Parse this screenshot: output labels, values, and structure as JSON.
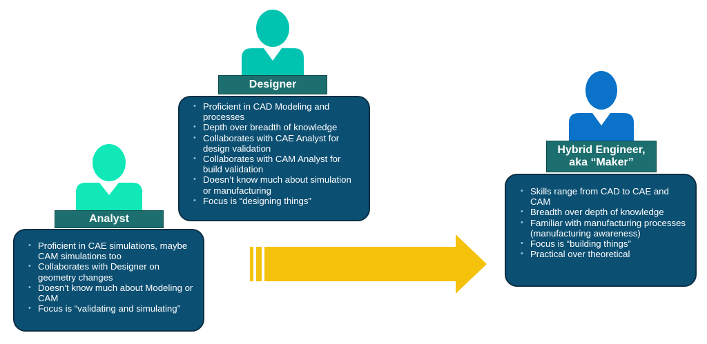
{
  "colors": {
    "teal_person": "#00c3b0",
    "mint_person": "#11e8b8",
    "blue_person": "#0a72c8",
    "label_bg": "#1d6f6f",
    "card_bg": "#0b4f72",
    "arrow": "#f5c20b"
  },
  "designer": {
    "title": "Designer",
    "items": [
      "Proficient in CAD Modeling and processes",
      "Depth over breadth of knowledge",
      "Collaborates with CAE Analyst for design validation",
      "Collaborates with CAM Analyst for build validation",
      "Doesn’t know much about simulation or manufacturing",
      "Focus is “designing things”"
    ]
  },
  "analyst": {
    "title": "Analyst",
    "items": [
      "Proficient in CAE simulations, maybe CAM simulations too",
      "Collaborates with Designer on geometry changes",
      "Doesn’t know much about Modeling or CAM",
      "Focus is “validating and simulating”"
    ]
  },
  "hybrid": {
    "title_line1": "Hybrid Engineer,",
    "title_line2": "aka “Maker”",
    "items": [
      "Skills range from CAD to CAE and CAM",
      "Breadth over depth of knowledge",
      "Familiar with manufacturing processes (manufacturing awareness)",
      "Focus is “building things”",
      "Practical over theoretical"
    ]
  }
}
